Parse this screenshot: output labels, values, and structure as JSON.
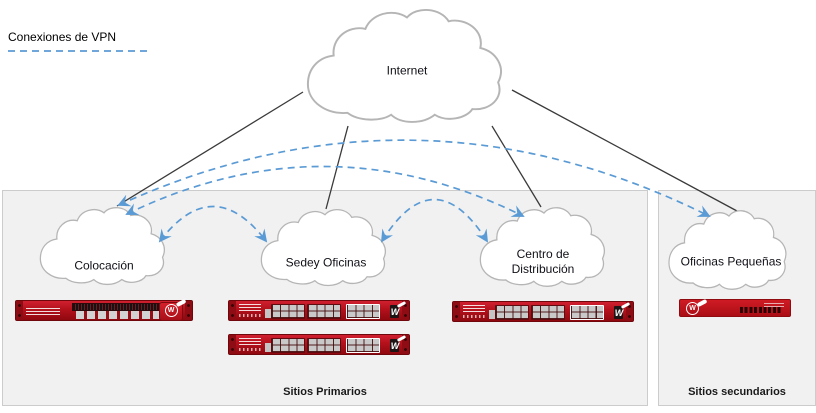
{
  "legend": {
    "label": "Conexiones de VPN"
  },
  "clouds": {
    "internet": {
      "label": "Internet"
    }
  },
  "sites": [
    {
      "label": "Colocación",
      "group": "primary",
      "devices": 1
    },
    {
      "label": "Sedey Oficinas",
      "group": "primary",
      "devices": 2
    },
    {
      "label": "Centro de Distribución",
      "group": "primary",
      "devices": 1
    },
    {
      "label": "Oficinas Pequeñas",
      "group": "secondary",
      "devices": 1
    }
  ],
  "groups": {
    "primary": {
      "label": "Sitios Primarios"
    },
    "secondary": {
      "label": "Sitios secundarios"
    }
  },
  "internet_connections": [
    "Colocación",
    "Sedey Oficinas",
    "Centro de Distribución",
    "Oficinas Pequeñas"
  ],
  "vpn_connections": [
    [
      "Colocación",
      "Sedey Oficinas"
    ],
    [
      "Sedey Oficinas",
      "Centro de Distribución"
    ],
    [
      "Colocación",
      "Centro de Distribución"
    ],
    [
      "Colocación",
      "Oficinas Pequeñas"
    ]
  ],
  "appliance": {
    "logo_letter": "W"
  },
  "colors": {
    "vpn_blue": "#5b9bd5",
    "link_line": "#3a3a3a",
    "cloud_stroke": "#b5b5b5",
    "box_fill": "#f1f1f1",
    "box_border": "#cccccc",
    "appliance_red": "#b5121c"
  }
}
